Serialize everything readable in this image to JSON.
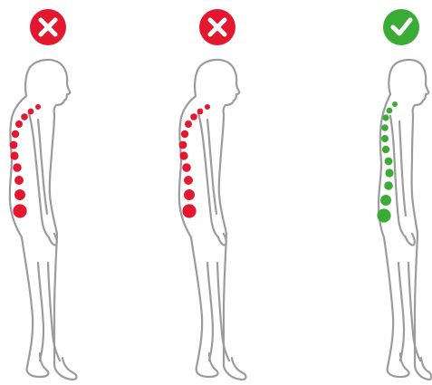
{
  "colors": {
    "bad": "#e3172e",
    "good": "#3aac36",
    "outline": "#9b9b9b",
    "icon_glyph": "#ffffff"
  },
  "figures": [
    {
      "name": "posture-figure-1",
      "verdict": "incorrect",
      "badge_icon": "cross-icon",
      "spine_color": "bad",
      "vertebra_count": 11
    },
    {
      "name": "posture-figure-2",
      "verdict": "incorrect",
      "badge_icon": "cross-icon",
      "spine_color": "bad",
      "vertebra_count": 11
    },
    {
      "name": "posture-figure-3",
      "verdict": "correct",
      "badge_icon": "check-icon",
      "spine_color": "good",
      "vertebra_count": 11
    }
  ]
}
